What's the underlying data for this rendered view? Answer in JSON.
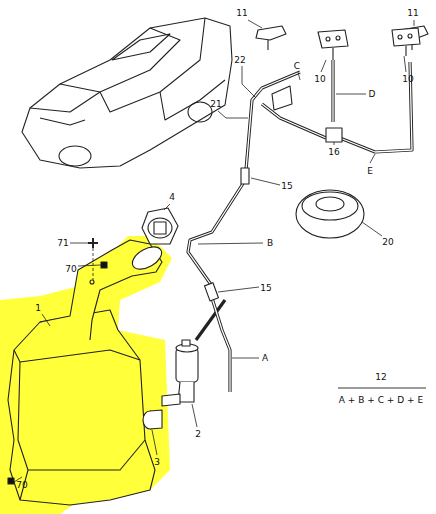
{
  "diagram": {
    "labels": [
      "11",
      "11",
      "22",
      "C",
      "10",
      "10",
      "D",
      "21",
      "16",
      "E",
      "15",
      "20",
      "4",
      "71",
      "B",
      "70",
      "1",
      "15",
      "A",
      "12",
      "A + B + C + D + E",
      "2",
      "3",
      "70"
    ]
  }
}
